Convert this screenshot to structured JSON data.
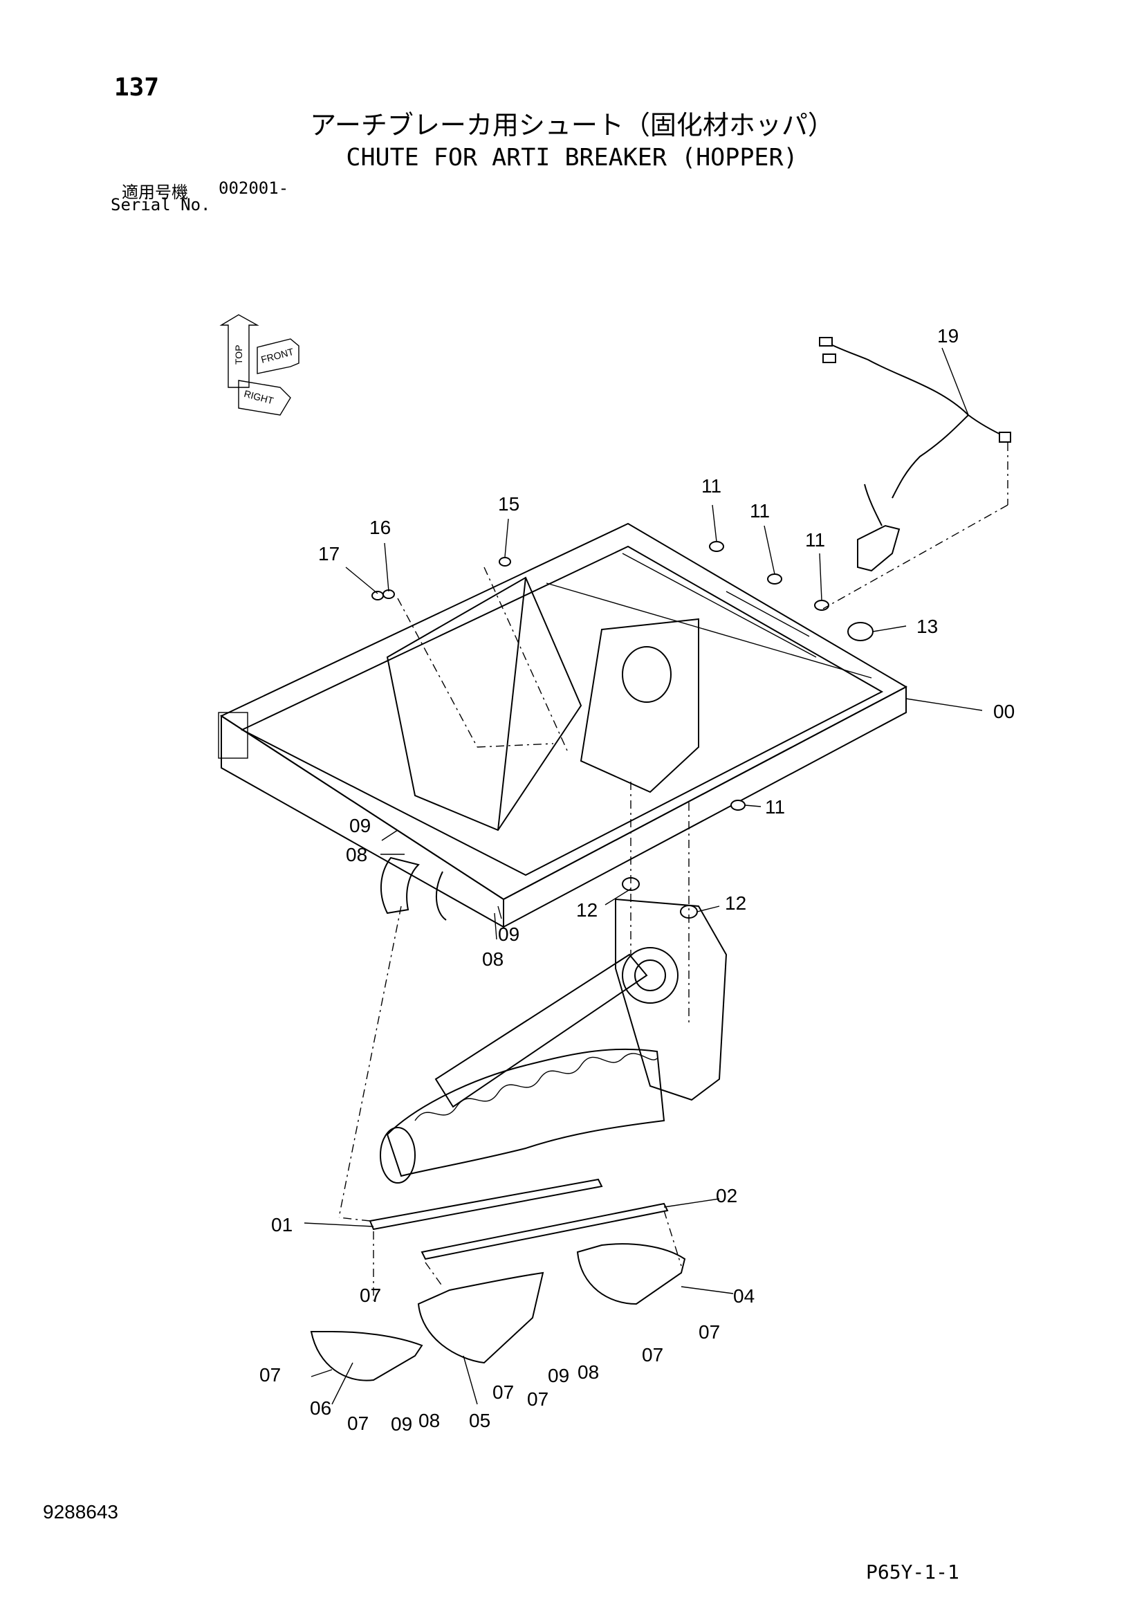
{
  "header": {
    "page_number": "137",
    "title_jp": "アーチブレーカ用シュート（固化材ホッパ）",
    "title_en": "CHUTE FOR ARTI BREAKER (HOPPER)",
    "serial_label_jp": "適用号機",
    "serial_value": "002001-",
    "serial_label_en": "Serial No."
  },
  "orientation_indicator": {
    "icon": "orientation-arrows-icon",
    "labels": [
      "TOP",
      "FRONT",
      "RIGHT"
    ]
  },
  "callouts": [
    {
      "id": "19",
      "text": "19"
    },
    {
      "id": "15",
      "text": "15"
    },
    {
      "id": "16",
      "text": "16"
    },
    {
      "id": "17",
      "text": "17"
    },
    {
      "id": "11a",
      "text": "11"
    },
    {
      "id": "11b",
      "text": "11"
    },
    {
      "id": "11c",
      "text": "11"
    },
    {
      "id": "13",
      "text": "13"
    },
    {
      "id": "00",
      "text": "00"
    },
    {
      "id": "11d",
      "text": "11"
    },
    {
      "id": "09a",
      "text": "09"
    },
    {
      "id": "08a",
      "text": "08"
    },
    {
      "id": "12a",
      "text": "12"
    },
    {
      "id": "12b",
      "text": "12"
    },
    {
      "id": "09b",
      "text": "09"
    },
    {
      "id": "08b",
      "text": "08"
    },
    {
      "id": "02",
      "text": "02"
    },
    {
      "id": "01",
      "text": "01"
    },
    {
      "id": "04",
      "text": "04"
    },
    {
      "id": "07a",
      "text": "07"
    },
    {
      "id": "07b",
      "text": "07"
    },
    {
      "id": "07c",
      "text": "07"
    },
    {
      "id": "07d",
      "text": "07"
    },
    {
      "id": "09c",
      "text": "09"
    },
    {
      "id": "08c",
      "text": "08"
    },
    {
      "id": "07e",
      "text": "07"
    },
    {
      "id": "07f",
      "text": "07"
    },
    {
      "id": "06",
      "text": "06"
    },
    {
      "id": "07g",
      "text": "07"
    },
    {
      "id": "09d",
      "text": "09"
    },
    {
      "id": "08d",
      "text": "08"
    },
    {
      "id": "05",
      "text": "05"
    }
  ],
  "footer": {
    "doc_number": "9288643",
    "page_code": "P65Y-1-1"
  }
}
